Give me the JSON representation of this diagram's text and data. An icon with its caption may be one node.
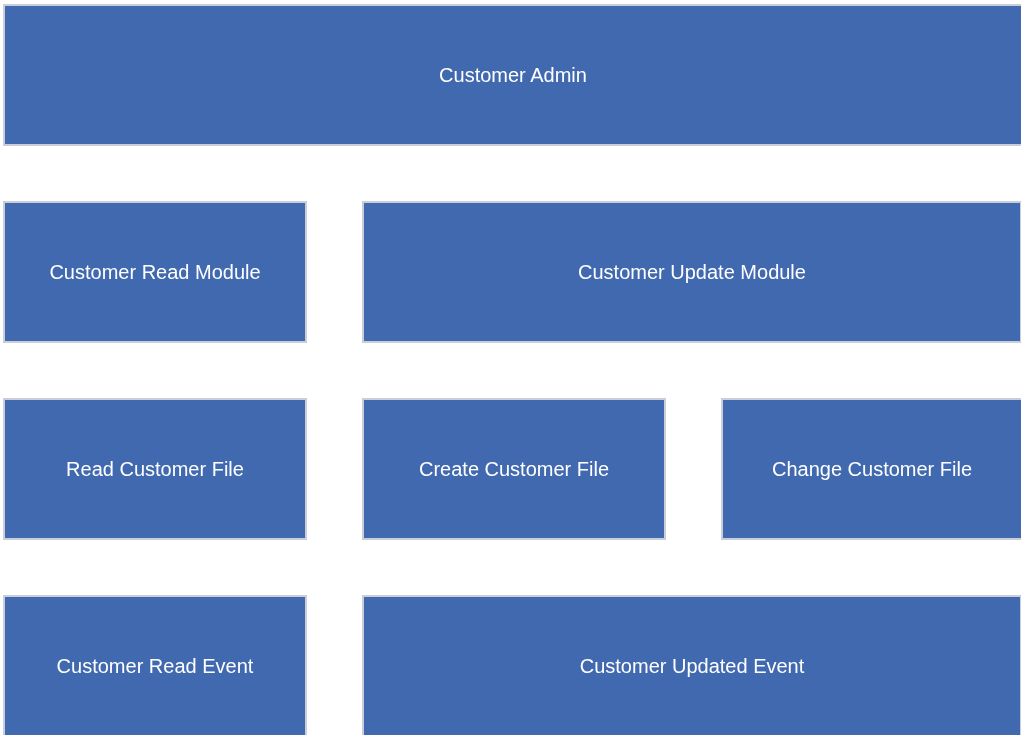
{
  "diagram": {
    "nodes": [
      {
        "text": [
          "Customer Admin"
        ]
      },
      {
        "text": [
          "Customer Read Module"
        ]
      },
      {
        "text": [
          "Customer Update Module"
        ]
      },
      {
        "text": [
          "Read Customer File"
        ]
      },
      {
        "text": [
          "Create Customer File"
        ]
      },
      {
        "text": [
          "Change Customer File"
        ]
      },
      {
        "text": [
          "Customer Read Event"
        ]
      },
      {
        "text": [
          "Customer Updated Event"
        ]
      }
    ]
  }
}
